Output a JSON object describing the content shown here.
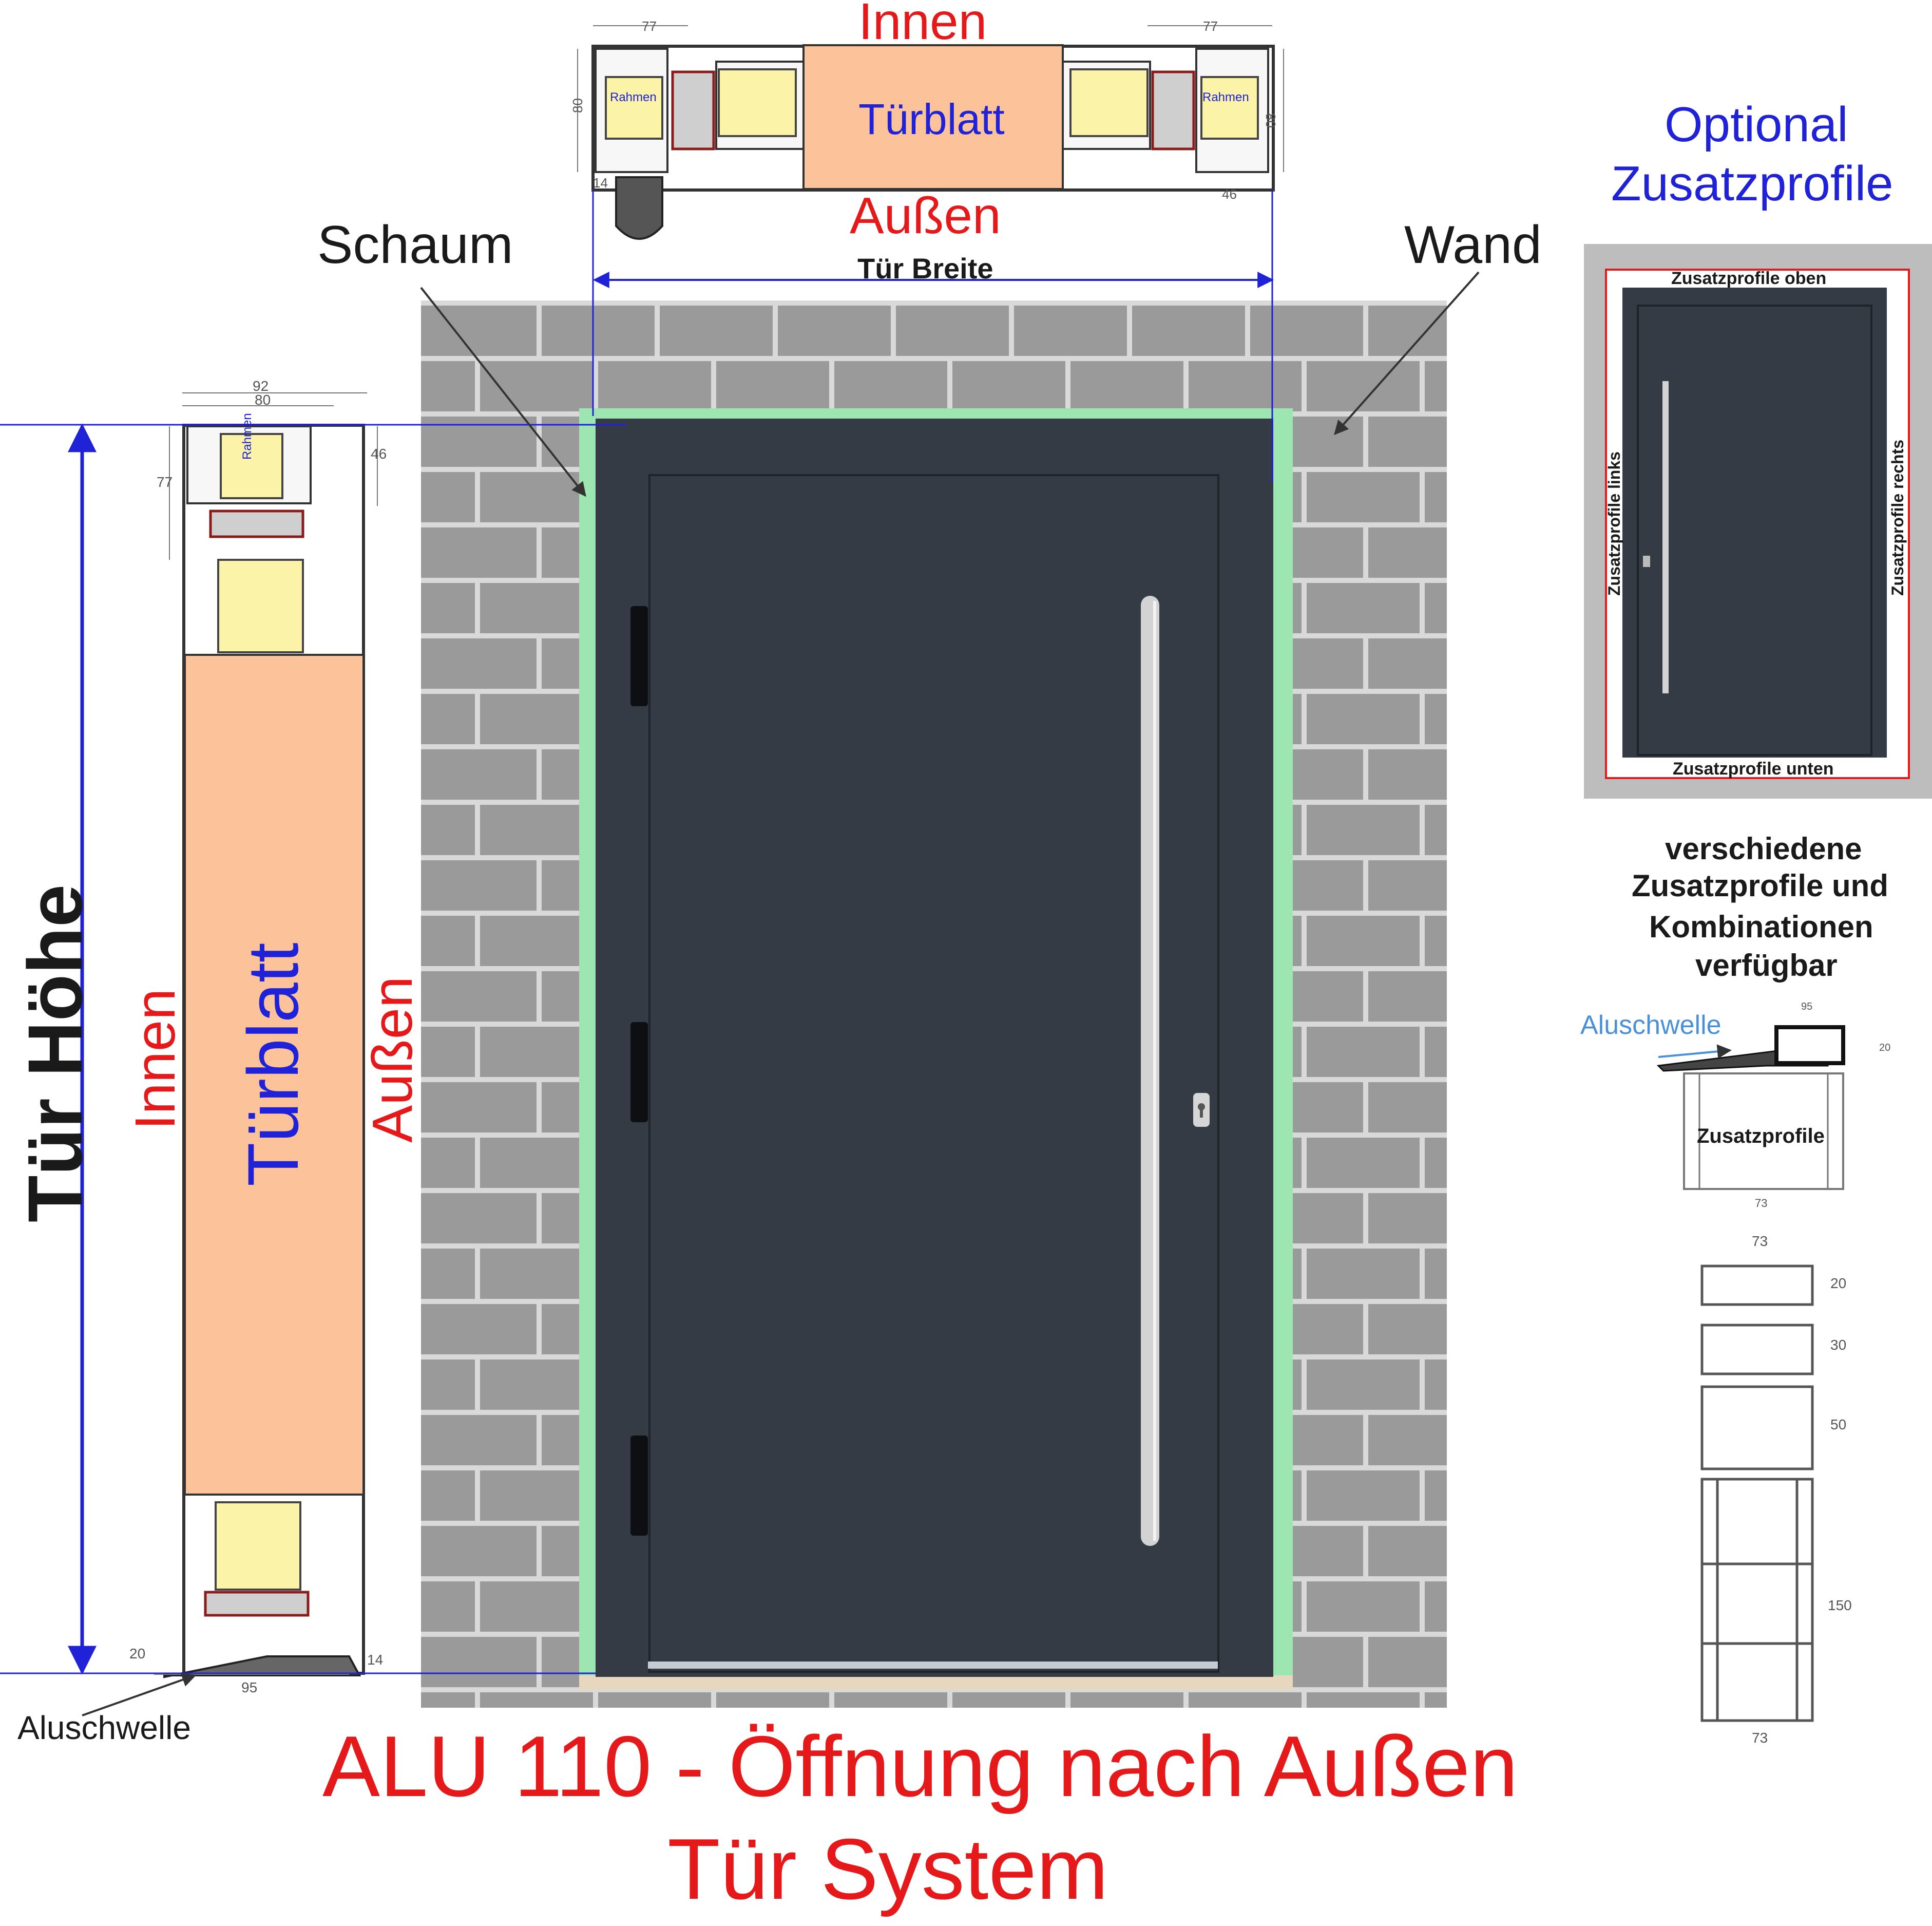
{
  "title": {
    "line1": "ALU 110 - Öffnung nach Außen",
    "line2": "Tür System"
  },
  "labels": {
    "schaum": "Schaum",
    "wand": "Wand",
    "innen": "Innen",
    "aussen": "Außen",
    "tuerblatt": "Türblatt",
    "tuer_breite": "Tür Breite",
    "tuer_hoehe": "Tür Höhe",
    "rahmen": "Rahmen",
    "aluschwelle": "Aluschwelle"
  },
  "optional": {
    "heading_line1": "Optional",
    "heading_line2": "Zusatzprofile",
    "top": "Zusatzprofile oben",
    "bottom": "Zusatzprofile unten",
    "left": "Zusatzprofile links",
    "right": "Zusatzprofile rechts",
    "note_line1": "verschiedene",
    "note_line2": "Zusatzprofile und",
    "note_line3": "Kombinationen",
    "note_line4": "verfügbar",
    "aluschwelle": "Aluschwelle",
    "zusatzprofile": "Zusatzprofile"
  },
  "dimensions": {
    "top_left_width": "77",
    "top_right_width": "77",
    "top_frame_height_left": "80",
    "top_frame_height_right": "80",
    "top_offset_left": "14",
    "top_offset_right": "46",
    "side_total": "92",
    "side_inner": "80",
    "side_frame": "77",
    "side_offset": "46",
    "sill_height": "20",
    "sill_width": "95",
    "sill_offset": "14",
    "detail_sill_width": "95",
    "detail_sill_height": "20",
    "detail_profile_width": "73",
    "profiles_width_top": "73",
    "profiles_width_bottom": "73",
    "profile_heights": [
      "20",
      "30",
      "50",
      "150"
    ]
  },
  "colors": {
    "door": "#353b44",
    "foam": "#9de6b2",
    "leaf_section": "#fcc39a",
    "insulation": "#fbf4a8",
    "brick": "#8f8f8f",
    "red_text": "#e5181a",
    "blue_text": "#1f22d6",
    "dim_line": "#1f22d6"
  }
}
